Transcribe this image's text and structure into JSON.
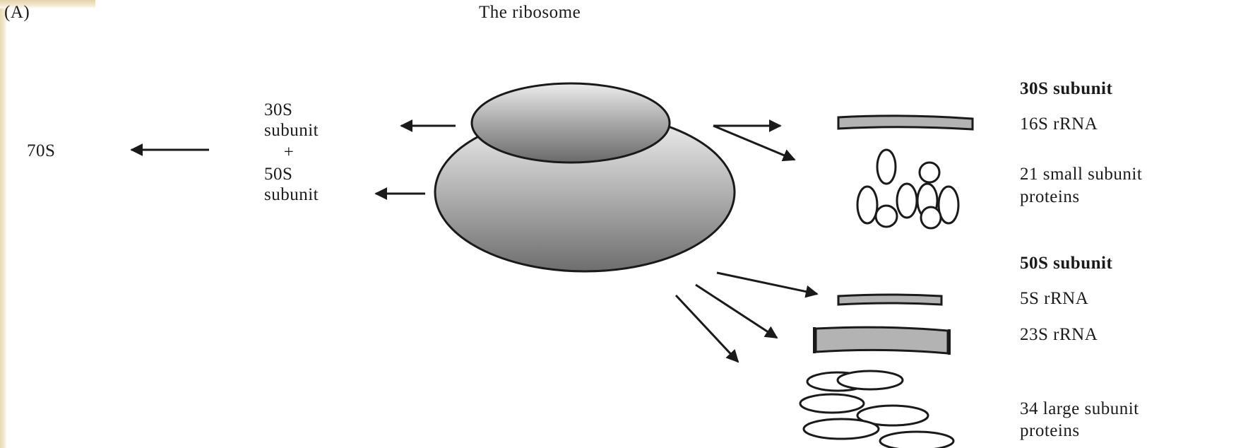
{
  "panel_label": "(A)",
  "title": "The ribosome",
  "left": {
    "whole": "70S",
    "small_line1": "30S",
    "small_line2": "subunit",
    "plus": "+",
    "large_line1": "50S",
    "large_line2": "subunit"
  },
  "right": {
    "small_heading": "30S subunit",
    "small_rrna": "16S rRNA",
    "small_proteins_line1": "21 small subunit",
    "small_proteins_line2": "proteins",
    "large_heading": "50S subunit",
    "large_rrna_5s": "5S rRNA",
    "large_rrna_23s": "23S rRNA",
    "large_proteins_line1": "34 large subunit",
    "large_proteins_line2": "proteins"
  },
  "colors": {
    "ink": "#1a1a1a",
    "rrna_fill": "#b3b3b3",
    "subunit_dark": "#6e6e6e",
    "subunit_light": "#f2f2f2",
    "page_edge": "#e8d9b4"
  }
}
